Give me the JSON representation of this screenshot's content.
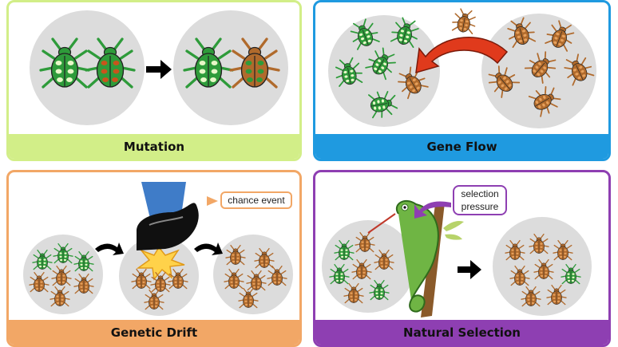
{
  "panels": {
    "mutation": {
      "label": "Mutation",
      "color": "#d2ee88"
    },
    "gene_flow": {
      "label": "Gene Flow",
      "color": "#1f9ae0"
    },
    "genetic_drift": {
      "label": "Genetic Drift",
      "color": "#f2a766",
      "callout": "chance event"
    },
    "natural_selection": {
      "label": "Natural Selection",
      "color": "#8e3fb2",
      "callout_line1": "selection",
      "callout_line2": "pressure"
    }
  },
  "colors": {
    "green_beetle": "#2e9b3a",
    "brown_beetle": "#b06a2c",
    "circle": "#dcdcdc",
    "arrow": "#000000",
    "migration_arrow": "#e03a1c"
  },
  "icons": [
    "green-beetle-icon",
    "brown-beetle-icon",
    "shoe-icon",
    "chameleon-icon",
    "arrow-right-icon",
    "curved-arrow-icon"
  ]
}
